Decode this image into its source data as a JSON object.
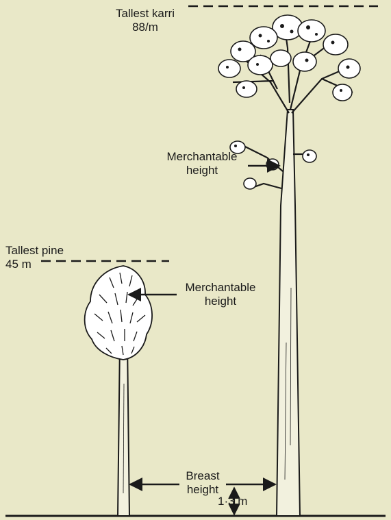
{
  "diagram": {
    "tallest_karri": {
      "name": "Tallest karri",
      "height": "88/m"
    },
    "tallest_pine": {
      "name": "Tallest pine",
      "height": "45 m"
    },
    "karri_merchantable": {
      "line1": "Merchantable",
      "line2": "height"
    },
    "pine_merchantable": {
      "line1": "Merchantable",
      "line2": "height"
    },
    "breast_height": {
      "line1": "Breast",
      "line2": "height",
      "value": "1·3 m"
    }
  },
  "colors": {
    "background": "#e9e8c8",
    "ink": "#1a1a1a",
    "show_through_text": "#d8d6b6"
  },
  "icons": {
    "karri": "karri-tree-icon",
    "pine": "pine-tree-icon"
  }
}
